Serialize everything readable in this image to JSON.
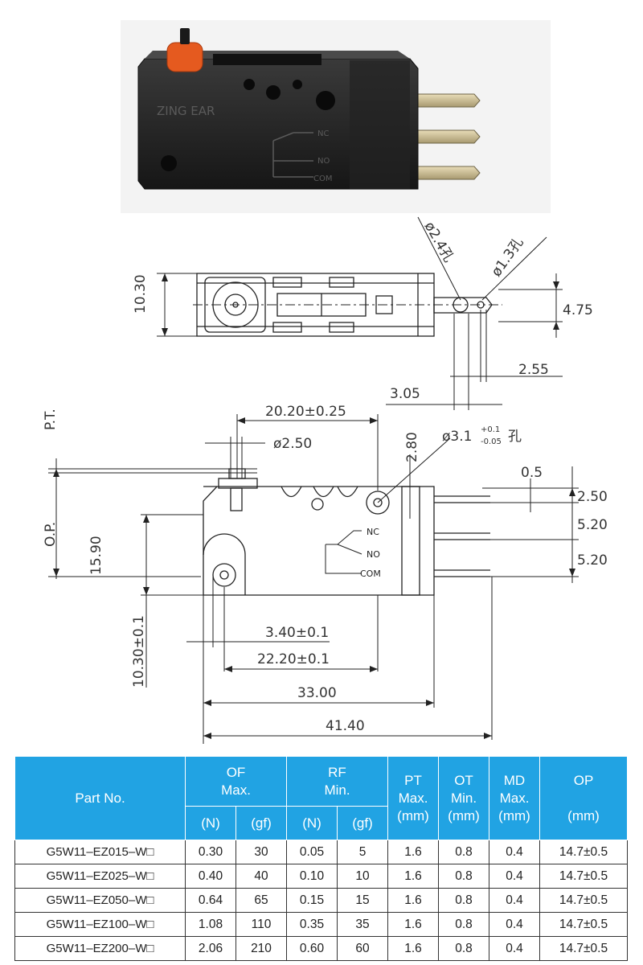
{
  "photo": {
    "brand": "ZING EAR",
    "terminals": [
      "NC",
      "NO",
      "COM"
    ]
  },
  "drawing": {
    "top_view": {
      "height": "10.30",
      "hole_large": "ø2.4孔",
      "hole_small": "ø1.3孔",
      "terminal_spacing": "4.75",
      "dim_a": "2.55",
      "dim_b": "3.05"
    },
    "side_view": {
      "pt": "P.T.",
      "op": "O.P.",
      "plunger_offset": "20.20±0.25",
      "plunger_dia": "ø2.50",
      "mount_hole": "ø3.1",
      "mount_hole_tol_upper": "+0.1",
      "mount_hole_tol_lower": "-0.05",
      "mount_hole_suffix": "孔",
      "dim_280": "2.80",
      "dim_05": "0.5",
      "dim_250": "2.50",
      "dim_520_a": "5.20",
      "dim_520_b": "5.20",
      "height_1590": "15.90",
      "height_1030": "10.30±0.1",
      "dim_340": "3.40±0.1",
      "dim_2220": "22.20±0.1",
      "length_33": "33.00",
      "length_4140": "41.40",
      "label_nc": "NC",
      "label_no": "NO",
      "label_com": "COM"
    }
  },
  "table": {
    "header": {
      "part_no": "Part No.",
      "of": "OF\nMax.",
      "rf": "RF\nMin.",
      "pt": "PT\nMax.\n(mm)",
      "ot": "OT\nMin.\n(mm)",
      "md": "MD\nMax.\n(mm)",
      "op": "OP\n\n(mm)",
      "unit_n": "(N)",
      "unit_gf": "(gf)"
    },
    "rows": [
      [
        "G5W11–EZ015–W□",
        "0.30",
        "30",
        "0.05",
        "5",
        "1.6",
        "0.8",
        "0.4",
        "14.7±0.5"
      ],
      [
        "G5W11–EZ025–W□",
        "0.40",
        "40",
        "0.10",
        "10",
        "1.6",
        "0.8",
        "0.4",
        "14.7±0.5"
      ],
      [
        "G5W11–EZ050–W□",
        "0.64",
        "65",
        "0.15",
        "15",
        "1.6",
        "0.8",
        "0.4",
        "14.7±0.5"
      ],
      [
        "G5W11–EZ100–W□",
        "1.08",
        "110",
        "0.35",
        "35",
        "1.6",
        "0.8",
        "0.4",
        "14.7±0.5"
      ],
      [
        "G5W11–EZ200–W□",
        "2.06",
        "210",
        "0.60",
        "60",
        "1.6",
        "0.8",
        "0.4",
        "14.7±0.5"
      ]
    ]
  }
}
